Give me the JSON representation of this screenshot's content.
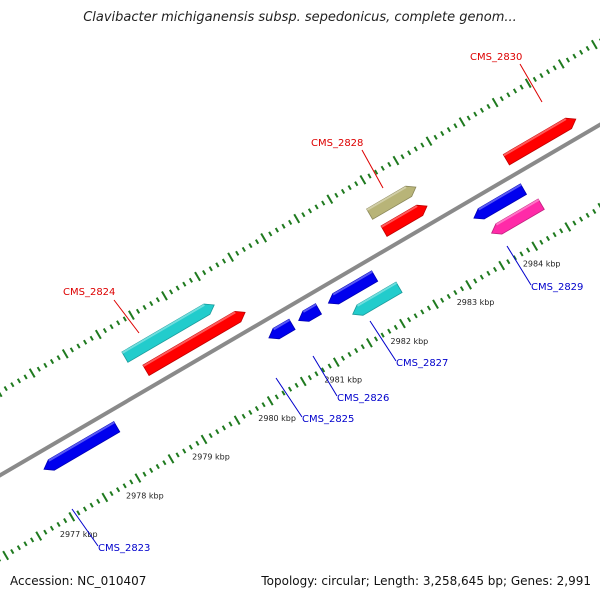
{
  "title": "Clavibacter michiganensis subsp. sepedonicus, complete genom...",
  "footer": {
    "accession": "Accession: NC_010407",
    "topology": "Topology: circular; Length: 3,258,645 bp; Genes: 2,991"
  },
  "colors": {
    "backbone": "#8a8a8a",
    "tick": "#1f7a1f",
    "forward_label": "#dd0000",
    "reverse_label": "#0000cc",
    "red": "#ff0000",
    "blue": "#0000ee",
    "cyan": "#22cccc",
    "olive": "#b8b478",
    "magenta": "#ff2aa8"
  },
  "scale": {
    "ticks": [
      {
        "pos": 2977,
        "label": "2977 kbp"
      },
      {
        "pos": 2978,
        "label": "2978 kbp"
      },
      {
        "pos": 2979,
        "label": "2979 kbp"
      },
      {
        "pos": 2980,
        "label": "2980 kbp"
      },
      {
        "pos": 2981,
        "label": "2981 kbp"
      },
      {
        "pos": 2982,
        "label": "2982 kbp"
      },
      {
        "pos": 2983,
        "label": "2983 kbp"
      },
      {
        "pos": 2984,
        "label": "2984 kbp"
      }
    ]
  },
  "genes": [
    {
      "name": "CMS_2823",
      "strand": "reverse",
      "start": 2977.0,
      "end": 2978.1,
      "color": "blue",
      "row": 1,
      "labeled": true
    },
    {
      "name": "CMS_2824",
      "strand": "forward",
      "start": 2978.8,
      "end": 2980.3,
      "color": "red",
      "row": 1,
      "labeled": false
    },
    {
      "name": "CMS_2824",
      "strand": "forward",
      "start": 2978.65,
      "end": 2980.0,
      "color": "cyan",
      "row": 2,
      "labeled": true
    },
    {
      "name": "CMS_2825",
      "strand": "reverse",
      "start": 2980.4,
      "end": 2980.75,
      "color": "blue",
      "row": 1,
      "labeled": true
    },
    {
      "name": "CMS_2826",
      "strand": "reverse",
      "start": 2980.85,
      "end": 2981.15,
      "color": "blue",
      "row": 1,
      "labeled": true
    },
    {
      "name": "CMS_2827",
      "strand": "reverse",
      "start": 2981.3,
      "end": 2982.0,
      "color": "blue",
      "row": 1,
      "labeled": false
    },
    {
      "name": "CMS_2827",
      "strand": "reverse",
      "start": 2981.5,
      "end": 2982.2,
      "color": "cyan",
      "row": 2,
      "labeled": true
    },
    {
      "name": "CMS_2828",
      "strand": "forward",
      "start": 2982.4,
      "end": 2983.05,
      "color": "red",
      "row": 1,
      "labeled": false
    },
    {
      "name": "CMS_2828",
      "strand": "forward",
      "start": 2982.35,
      "end": 2983.05,
      "color": "olive",
      "row": 2,
      "labeled": true
    },
    {
      "name": "CMS_2829",
      "strand": "reverse",
      "start": 2983.5,
      "end": 2984.25,
      "color": "blue",
      "row": 1,
      "labeled": false
    },
    {
      "name": "CMS_2829",
      "strand": "reverse",
      "start": 2983.6,
      "end": 2984.35,
      "color": "magenta",
      "row": 2,
      "labeled": true
    },
    {
      "name": "CMS_2830",
      "strand": "forward",
      "start": 2984.25,
      "end": 2985.3,
      "color": "red",
      "row": 1,
      "labeled": true
    }
  ]
}
